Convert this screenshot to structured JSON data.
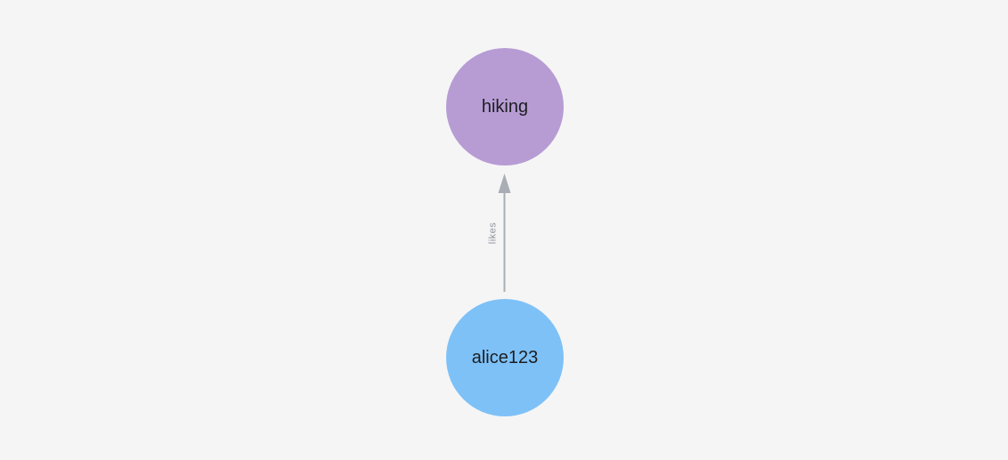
{
  "canvas": {
    "background_color": "#f5f5f6"
  },
  "graph": {
    "nodes": [
      {
        "id": "hiking",
        "label": "hiking",
        "color": "#b79cd4",
        "text_color": "#1c1e21"
      },
      {
        "id": "alice123",
        "label": "alice123",
        "color": "#7ec1f7",
        "text_color": "#1c1e21"
      }
    ],
    "edges": [
      {
        "label": "likes",
        "from": "alice123",
        "to": "hiking",
        "color": "#a9adb4",
        "label_color": "#8e939b"
      }
    ]
  }
}
